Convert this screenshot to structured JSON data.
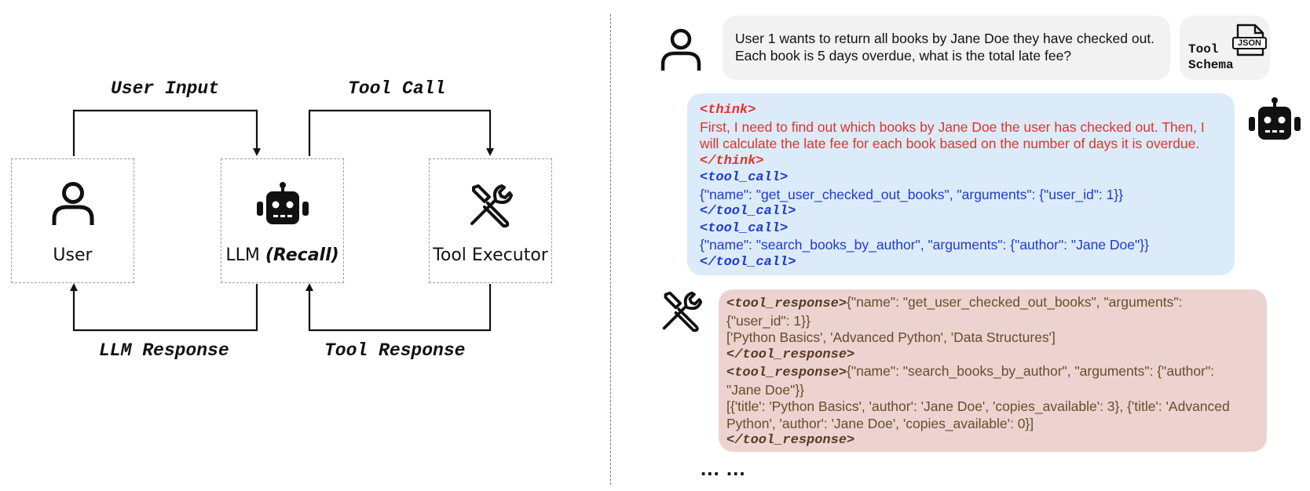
{
  "diagram": {
    "nodes": [
      {
        "id": "user",
        "label": "User",
        "icon": "person-icon"
      },
      {
        "id": "llm",
        "label": "LLM ",
        "label_emph": "(Recall)",
        "icon": "robot-icon"
      },
      {
        "id": "tool",
        "label": "Tool Executor",
        "icon": "tools-icon"
      }
    ],
    "edges": {
      "user_input": "User Input",
      "tool_call": "Tool Call",
      "llm_response": "LLM Response",
      "tool_response": "Tool Response"
    }
  },
  "conversation": {
    "user_message": {
      "line1": "User 1 wants to return all books by Jane Doe they have checked out.",
      "line2": "Each book is 5 days overdue, what is the total late fee?"
    },
    "tool_schema": {
      "line1": "Tool",
      "line2": "Schema",
      "badge": "JSON",
      "icon": "json-file-icon"
    },
    "assistant": {
      "think_open": "<think>",
      "think_line1": "First, I need to find out which books by Jane Doe the user has checked out. Then, I",
      "think_line2": "will calculate the late fee for each book based on the number of days it is overdue.",
      "think_close": "</think>",
      "call1_open": "<tool_call>",
      "call1_body": "{\"name\": \"get_user_checked_out_books\", \"arguments\": {\"user_id\": 1}}",
      "call1_close": "</tool_call>",
      "call2_open": "<tool_call>",
      "call2_body": "{\"name\": \"search_books_by_author\", \"arguments\": {\"author\": \"Jane Doe\"}}",
      "call2_close": "</tool_call>"
    },
    "tool": {
      "resp1_open": "<tool_response>",
      "resp1_line1": "{\"name\": \"get_user_checked_out_books\", \"arguments\":",
      "resp1_line2": "{\"user_id\": 1}}",
      "resp1_line3": "['Python Basics', 'Advanced Python', 'Data Structures']",
      "resp1_close": "</tool_response>",
      "resp2_open": "<tool_response>",
      "resp2_line1": "{\"name\": \"search_books_by_author\", \"arguments\": {\"author\":",
      "resp2_line2": "\"Jane Doe\"}}",
      "resp2_line3": "[{'title': 'Python Basics', 'author': 'Jane Doe', 'copies_available': 3}, {'title': 'Advanced",
      "resp2_line4": "Python', 'author': 'Jane Doe', 'copies_available': 0}]",
      "resp2_close": "</tool_response>"
    },
    "ellipsis": "... ..."
  },
  "colors": {
    "think": "#e0332a",
    "tool_call": "#1f3ad0",
    "tool_text": "#6b4b2a",
    "assistant_bg": "#dcebfa",
    "tool_bg": "#ecd3d0",
    "user_bg": "#f2f2f2"
  }
}
